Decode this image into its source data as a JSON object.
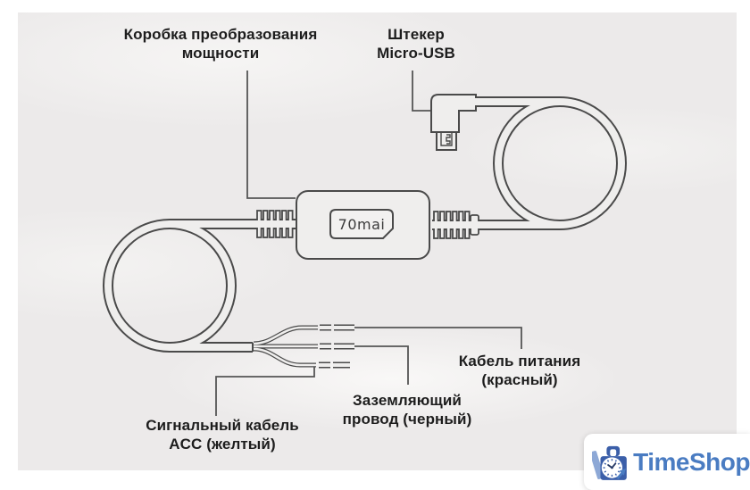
{
  "device": {
    "brand_label": "70mai"
  },
  "labels": {
    "power_box": "Коробка преобразования\nмощности",
    "micro_usb": "Штекер\nMicro-USB",
    "power_cable": "Кабель питания\n(красный)",
    "ground_wire": "Заземляющий\nпровод (черный)",
    "acc_cable": "Сигнальный кабель\nACC (желтый)"
  },
  "watermark": {
    "brand": "TimeShop",
    "icon": "shopping-bag-clock-icon"
  },
  "colors": {
    "diagram_line": "#4a4a4a",
    "cable_fill": "#efeeed",
    "label_text": "#1d1d1d",
    "photo_background": "#eceaea",
    "timeshop_text_blue": "#4a7cc2",
    "timeshop_bag_blue": "#3b5fa9",
    "timeshop_bag_light_blue": "#8da8d6"
  }
}
